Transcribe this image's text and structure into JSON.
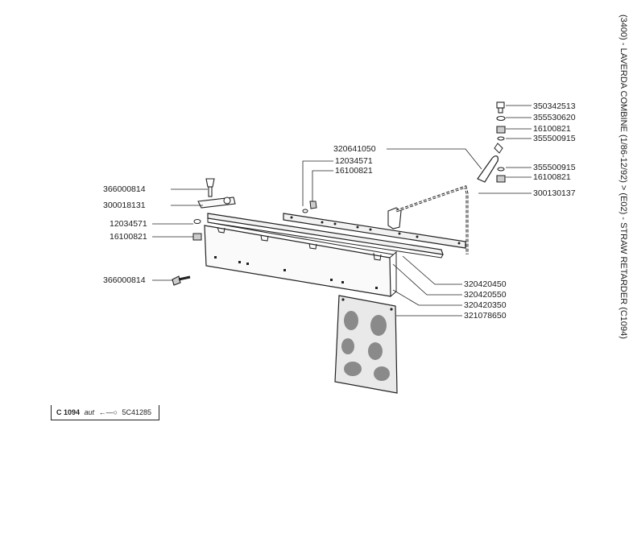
{
  "title": "(3400) - LAVERDA COMBINE (1/86-12/92) > (E02) - STRAW RETARDER (C1094)",
  "reference": {
    "code": "C 1094",
    "note": "aut",
    "arrow": "←—○",
    "number": "5C41285"
  },
  "labels": {
    "l350342513": "350342513",
    "l355530620": "355530620",
    "l16100821a": "16100821",
    "l355500915a": "355500915",
    "l320641050": "320641050",
    "l12034571a": "12034571",
    "l16100821b": "16100821",
    "l355500915b": "355500915",
    "l16100821c": "16100821",
    "l300130137": "300130137",
    "l366000814a": "366000814",
    "l300018131": "300018131",
    "l12034571b": "12034571",
    "l16100821d": "16100821",
    "l366000814b": "366000814",
    "l320420450": "320420450",
    "l320420550": "320420550",
    "l320420350": "320420350",
    "l321078650": "321078650"
  }
}
